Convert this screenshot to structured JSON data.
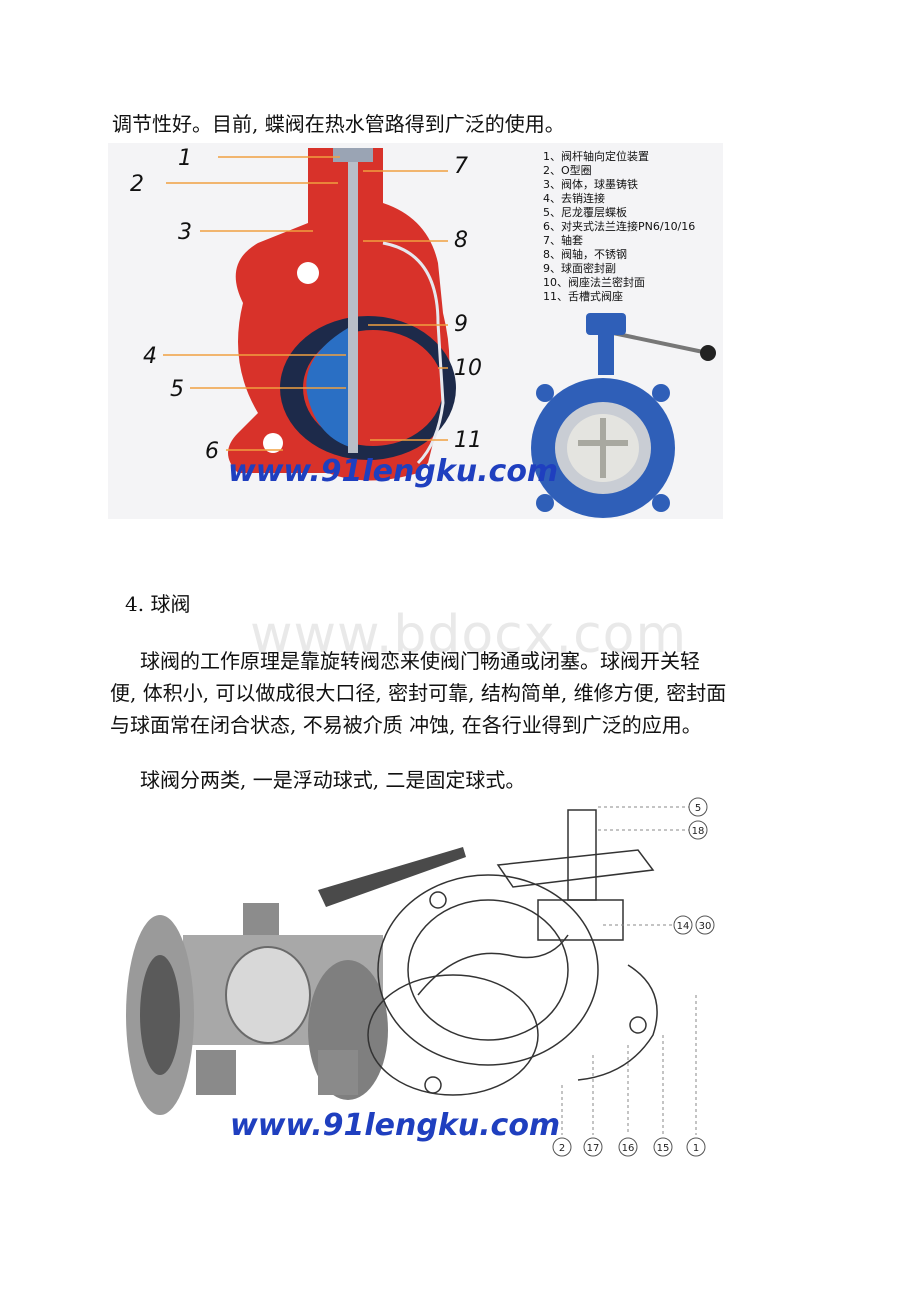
{
  "paragraphs": {
    "p1": "调节性好。目前, 蝶阀在热水管路得到广泛的使用。",
    "heading": "4. 球阀",
    "p2_line1": "球阀的工作原理是靠旋转阀恋来使阀门畅通或闭塞。球阀开关轻",
    "p2_line2": "便, 体积小, 可以做成很大口径, 密封可靠, 结构简单, 维修方便, 密封面",
    "p2_line3": "与球面常在闭合状态, 不易被介质 冲蚀, 在各行业得到广泛的应用。",
    "p3": "球阀分两类, 一是浮动球式, 二是固定球式。"
  },
  "watermark": "www.bdocx.com",
  "figure1": {
    "site": "www.91lengku.com",
    "callouts": [
      "1",
      "2",
      "3",
      "4",
      "5",
      "6",
      "7",
      "8",
      "9",
      "10",
      "11"
    ],
    "legend": [
      "1、阀杆轴向定位装置",
      "2、O型圈",
      "3、阀体，球墨铸铁",
      "4、去销连接",
      "5、尼龙覆层蝶板",
      "6、对夹式法兰连接PN6/10/16",
      "7、轴套",
      "8、阀轴，不锈钢",
      "9、球面密封副",
      "10、阀座法兰密封面",
      "11、舌槽式阀座"
    ]
  },
  "figure2": {
    "site": "www.91lengku.com",
    "callouts": [
      "5",
      "18",
      "14",
      "30",
      "2",
      "17",
      "16",
      "15",
      "1"
    ]
  },
  "colors": {
    "body_red": "#d8322a",
    "disc_blue": "#2a6fc4",
    "seat_dark": "#1d2a4a",
    "site_blue": "#1f3fbf",
    "leader_orange": "#f0a040",
    "valve_blue": "#2f5fb8"
  }
}
